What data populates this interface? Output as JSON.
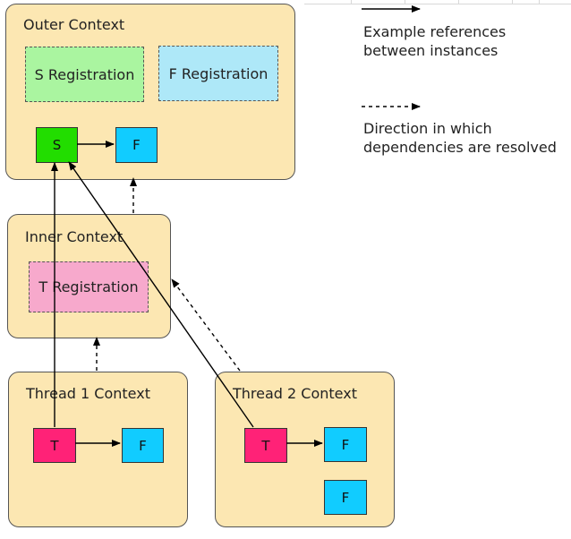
{
  "outer_context": {
    "title": "Outer Context",
    "s_registration": "S Registration",
    "f_registration": "F Registration",
    "s_instance": "S",
    "f_instance": "F",
    "s_registration_color": "#aaf5a0",
    "f_registration_color": "#aee8f8"
  },
  "inner_context": {
    "title": "Inner Context",
    "t_registration": "T Registration",
    "t_registration_color": "#f7a9cc"
  },
  "thread1_context": {
    "title": "Thread 1 Context",
    "t_instance": "T",
    "f_instance": "F"
  },
  "thread2_context": {
    "title": "Thread 2 Context",
    "t_instance": "T",
    "f_instance": "F",
    "f_instance_extra": "F"
  },
  "legend": {
    "solid_line1": "Example references",
    "solid_line2": "between instances",
    "dashed_line1": "Direction in which",
    "dashed_line2": "dependencies are resolved"
  },
  "colors": {
    "context_fill": "#fce7b2",
    "s_instance": "#22dd00",
    "f_instance": "#11ccff",
    "t_instance": "#ff2277"
  }
}
